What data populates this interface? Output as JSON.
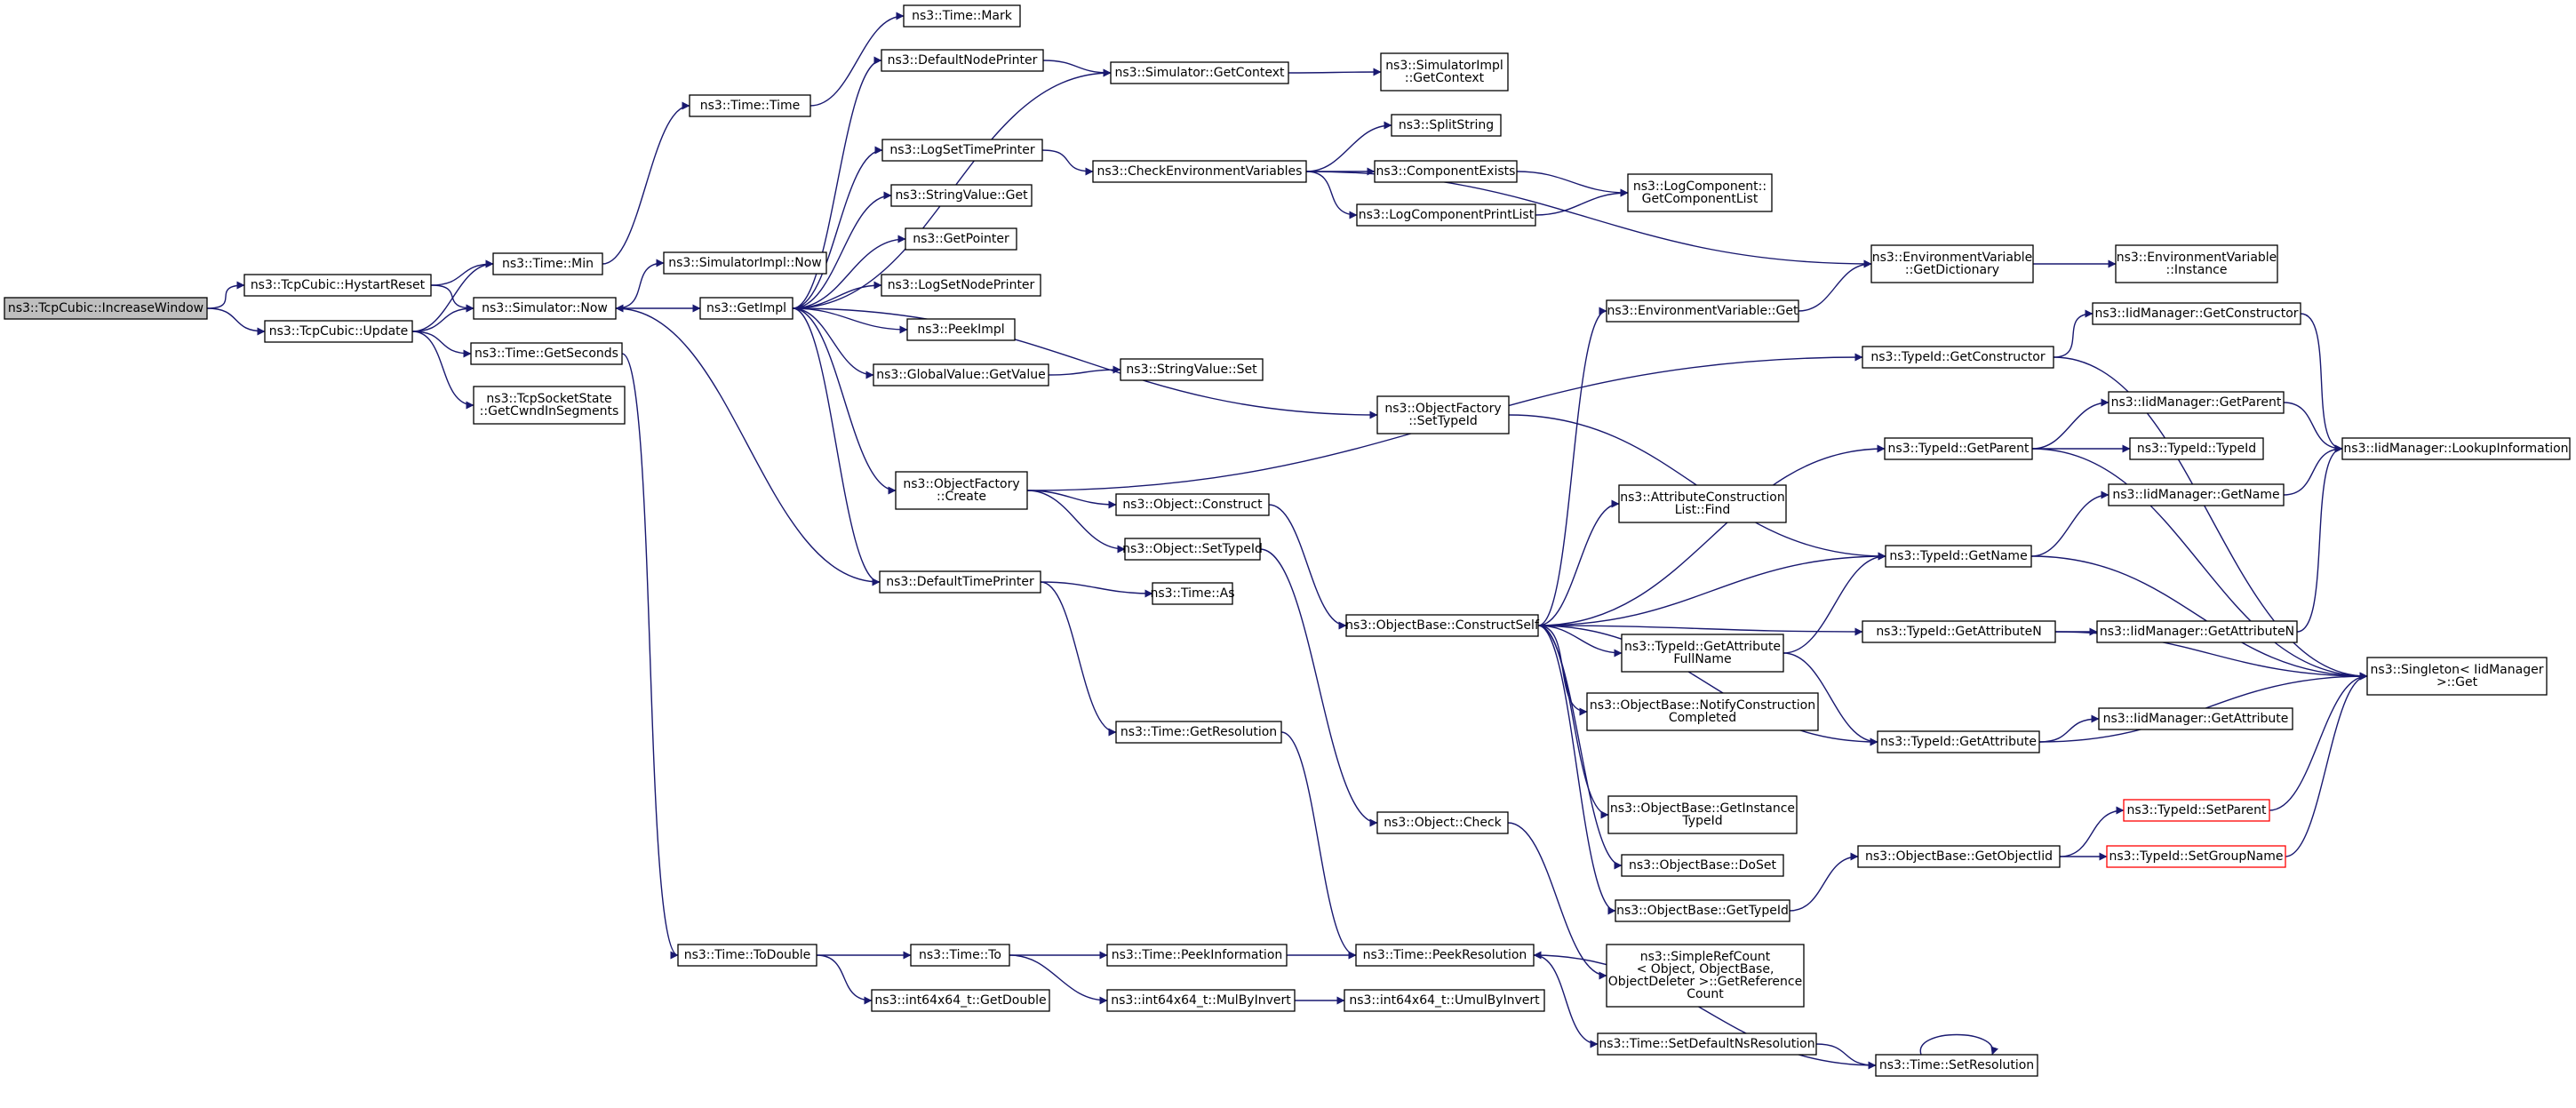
{
  "nodes": {
    "increase_window": [
      "ns3::TcpCubic::IncreaseWindow"
    ],
    "hystart_reset": [
      "ns3::TcpCubic::HystartReset"
    ],
    "update": [
      "ns3::TcpCubic::Update"
    ],
    "time_min": [
      "ns3::Time::Min"
    ],
    "simulator_now": [
      "ns3::Simulator::Now"
    ],
    "time_getseconds": [
      "ns3::Time::GetSeconds"
    ],
    "cwnd_in_segments": [
      "ns3::TcpSocketState",
      "::GetCwndInSegments"
    ],
    "time_time": [
      "ns3::Time::Time"
    ],
    "time_mark": [
      "ns3::Time::Mark"
    ],
    "simimpl_now": [
      "ns3::SimulatorImpl::Now"
    ],
    "getimpl": [
      "ns3::GetImpl"
    ],
    "default_node_printer": [
      "ns3::DefaultNodePrinter"
    ],
    "log_set_time_printer": [
      "ns3::LogSetTimePrinter"
    ],
    "stringvalue_get": [
      "ns3::StringValue::Get"
    ],
    "getpointer": [
      "ns3::GetPointer"
    ],
    "log_set_node_printer": [
      "ns3::LogSetNodePrinter"
    ],
    "peekimpl": [
      "ns3::PeekImpl"
    ],
    "globalvalue_getvalue": [
      "ns3::GlobalValue::GetValue"
    ],
    "objectfactory_create": [
      "ns3::ObjectFactory",
      "::Create"
    ],
    "default_time_printer": [
      "ns3::DefaultTimePrinter"
    ],
    "simulator_getcontext": [
      "ns3::Simulator::GetContext"
    ],
    "simimpl_getcontext": [
      "ns3::SimulatorImpl",
      "::GetContext"
    ],
    "check_env_vars": [
      "ns3::CheckEnvironmentVariables"
    ],
    "splitstring": [
      "ns3::SplitString"
    ],
    "component_exists": [
      "ns3::ComponentExists"
    ],
    "log_component_print_list": [
      "ns3::LogComponentPrintList"
    ],
    "log_component_get_list": [
      "ns3::LogComponent::",
      "GetComponentList"
    ],
    "stringvalue_set": [
      "ns3::StringValue::Set"
    ],
    "env_var_get_dictionary": [
      "ns3::EnvironmentVariable",
      "::GetDictionary"
    ],
    "env_var_instance": [
      "ns3::EnvironmentVariable",
      "::Instance"
    ],
    "env_var_get": [
      "ns3::EnvironmentVariable::Get"
    ],
    "objectfactory_settypeid": [
      "ns3::ObjectFactory",
      "::SetTypeId"
    ],
    "object_construct": [
      "ns3::Object::Construct"
    ],
    "object_settypeid": [
      "ns3::Object::SetTypeId"
    ],
    "time_as": [
      "ns3::Time::As"
    ],
    "time_getresolution": [
      "ns3::Time::GetResolution"
    ],
    "objectbase_constructself": [
      "ns3::ObjectBase::ConstructSelf"
    ],
    "object_check": [
      "ns3::Object::Check"
    ],
    "time_todouble": [
      "ns3::Time::ToDouble"
    ],
    "int64x64_getdouble": [
      "ns3::int64x64_t::GetDouble"
    ],
    "time_to": [
      "ns3::Time::To"
    ],
    "time_peekinformation": [
      "ns3::Time::PeekInformation"
    ],
    "int64x64_mulbyinvert": [
      "ns3::int64x64_t::MulByInvert"
    ],
    "int64x64_umulbyinvert": [
      "ns3::int64x64_t::UmulByInvert"
    ],
    "time_peekresolution": [
      "ns3::Time::PeekResolution"
    ],
    "attr_construction_list_find": [
      "ns3::AttributeConstruction",
      "List::Find"
    ],
    "typeid_getattributefullname": [
      "ns3::TypeId::GetAttribute",
      "FullName"
    ],
    "objectbase_notifyconstructioncompleted": [
      "ns3::ObjectBase::NotifyConstruction",
      "Completed"
    ],
    "objectbase_getinstancetypeid": [
      "ns3::ObjectBase::GetInstance",
      "TypeId"
    ],
    "objectbase_doset": [
      "ns3::ObjectBase::DoSet"
    ],
    "objectbase_gettypeid": [
      "ns3::ObjectBase::GetTypeId"
    ],
    "simplerefcount_getreferencecount": [
      "ns3::SimpleRefCount",
      "< Object, ObjectBase,",
      "ObjectDeleter >::GetReference",
      "Count"
    ],
    "time_setdefaultnsresolution": [
      "ns3::Time::SetDefaultNsResolution"
    ],
    "time_setresolution": [
      "ns3::Time::SetResolution"
    ],
    "typeid_getconstructor": [
      "ns3::TypeId::GetConstructor"
    ],
    "iidmanager_getconstructor": [
      "ns3::IidManager::GetConstructor"
    ],
    "typeid_getparent": [
      "ns3::TypeId::GetParent"
    ],
    "iidmanager_getparent": [
      "ns3::IidManager::GetParent"
    ],
    "typeid_typeid": [
      "ns3::TypeId::TypeId"
    ],
    "iidmanager_lookupinformation": [
      "ns3::IidManager::LookupInformation"
    ],
    "typeid_getname": [
      "ns3::TypeId::GetName"
    ],
    "iidmanager_getname": [
      "ns3::IidManager::GetName"
    ],
    "typeid_getattributen": [
      "ns3::TypeId::GetAttributeN"
    ],
    "iidmanager_getattributen": [
      "ns3::IidManager::GetAttributeN"
    ],
    "singleton_get": [
      "ns3::Singleton< IidManager",
      ">::Get"
    ],
    "typeid_getattribute": [
      "ns3::TypeId::GetAttribute"
    ],
    "iidmanager_getattribute": [
      "ns3::IidManager::GetAttribute"
    ],
    "objectbase_getobjectiid": [
      "ns3::ObjectBase::GetObjectIid"
    ],
    "typeid_setparent": [
      "ns3::TypeId::SetParent"
    ],
    "typeid_setgroupname": [
      "ns3::TypeId::SetGroupName"
    ]
  },
  "colors": {
    "edge": "#191970",
    "node_border": "#000000",
    "root_fill": "#bfbfbf",
    "truncated_border": "#ff0000",
    "background": "#ffffff"
  },
  "edges": [
    [
      "increase_window",
      "hystart_reset"
    ],
    [
      "increase_window",
      "update"
    ],
    [
      "hystart_reset",
      "time_min"
    ],
    [
      "hystart_reset",
      "simulator_now"
    ],
    [
      "update",
      "time_min"
    ],
    [
      "update",
      "simulator_now"
    ],
    [
      "update",
      "time_getseconds"
    ],
    [
      "update",
      "cwnd_in_segments"
    ],
    [
      "time_min",
      "time_time"
    ],
    [
      "time_time",
      "time_mark"
    ],
    [
      "simulator_now",
      "simimpl_now"
    ],
    [
      "simulator_now",
      "getimpl"
    ],
    [
      "time_getseconds",
      "time_todouble"
    ],
    [
      "getimpl",
      "default_node_printer"
    ],
    [
      "getimpl",
      "simulator_getcontext"
    ],
    [
      "getimpl",
      "log_set_time_printer"
    ],
    [
      "getimpl",
      "stringvalue_get"
    ],
    [
      "getimpl",
      "getpointer"
    ],
    [
      "getimpl",
      "log_set_node_printer"
    ],
    [
      "getimpl",
      "peekimpl"
    ],
    [
      "getimpl",
      "globalvalue_getvalue"
    ],
    [
      "getimpl",
      "objectfactory_settypeid"
    ],
    [
      "getimpl",
      "objectfactory_create"
    ],
    [
      "getimpl",
      "default_time_printer"
    ],
    [
      "default_time_printer",
      "simulator_now"
    ],
    [
      "default_time_printer",
      "time_as"
    ],
    [
      "default_time_printer",
      "time_getresolution"
    ],
    [
      "default_node_printer",
      "simulator_getcontext"
    ],
    [
      "simulator_getcontext",
      "simimpl_getcontext"
    ],
    [
      "log_set_time_printer",
      "check_env_vars"
    ],
    [
      "check_env_vars",
      "splitstring"
    ],
    [
      "check_env_vars",
      "component_exists"
    ],
    [
      "check_env_vars",
      "log_component_print_list"
    ],
    [
      "check_env_vars",
      "env_var_get_dictionary"
    ],
    [
      "component_exists",
      "log_component_get_list"
    ],
    [
      "log_component_print_list",
      "log_component_get_list"
    ],
    [
      "globalvalue_getvalue",
      "stringvalue_set"
    ],
    [
      "env_var_get_dictionary",
      "env_var_instance"
    ],
    [
      "env_var_get",
      "env_var_get_dictionary"
    ],
    [
      "objectfactory_create",
      "typeid_getconstructor"
    ],
    [
      "objectfactory_create",
      "object_construct"
    ],
    [
      "objectfactory_create",
      "object_settypeid"
    ],
    [
      "objectfactory_settypeid",
      "typeid_getname"
    ],
    [
      "object_construct",
      "objectbase_constructself"
    ],
    [
      "object_settypeid",
      "object_check"
    ],
    [
      "time_getresolution",
      "time_peekresolution"
    ],
    [
      "object_check",
      "simplerefcount_getreferencecount"
    ],
    [
      "objectbase_constructself",
      "env_var_get"
    ],
    [
      "objectbase_constructself",
      "typeid_getparent"
    ],
    [
      "objectbase_constructself",
      "attr_construction_list_find"
    ],
    [
      "objectbase_constructself",
      "typeid_getname"
    ],
    [
      "objectbase_constructself",
      "typeid_getattributen"
    ],
    [
      "objectbase_constructself",
      "typeid_getattributefullname"
    ],
    [
      "objectbase_constructself",
      "objectbase_notifyconstructioncompleted"
    ],
    [
      "objectbase_constructself",
      "typeid_getattribute"
    ],
    [
      "objectbase_constructself",
      "objectbase_getinstancetypeid"
    ],
    [
      "objectbase_constructself",
      "objectbase_doset"
    ],
    [
      "objectbase_constructself",
      "objectbase_gettypeid"
    ],
    [
      "time_todouble",
      "time_to"
    ],
    [
      "time_todouble",
      "int64x64_getdouble"
    ],
    [
      "time_to",
      "time_peekinformation"
    ],
    [
      "time_to",
      "int64x64_mulbyinvert"
    ],
    [
      "time_peekinformation",
      "time_peekresolution"
    ],
    [
      "int64x64_mulbyinvert",
      "int64x64_umulbyinvert"
    ],
    [
      "time_peekresolution",
      "time_setdefaultnsresolution"
    ],
    [
      "time_setdefaultnsresolution",
      "time_setresolution"
    ],
    [
      "time_setresolution",
      "time_setresolution"
    ],
    [
      "time_setresolution",
      "time_peekresolution"
    ],
    [
      "typeid_getconstructor",
      "iidmanager_getconstructor"
    ],
    [
      "typeid_getconstructor",
      "singleton_get"
    ],
    [
      "iidmanager_getconstructor",
      "iidmanager_lookupinformation"
    ],
    [
      "typeid_getparent",
      "iidmanager_getparent"
    ],
    [
      "typeid_getparent",
      "typeid_typeid"
    ],
    [
      "typeid_getparent",
      "singleton_get"
    ],
    [
      "iidmanager_getparent",
      "iidmanager_lookupinformation"
    ],
    [
      "typeid_getname",
      "iidmanager_getname"
    ],
    [
      "typeid_getname",
      "singleton_get"
    ],
    [
      "iidmanager_getname",
      "iidmanager_lookupinformation"
    ],
    [
      "typeid_getattributefullname",
      "typeid_getname"
    ],
    [
      "typeid_getattributefullname",
      "typeid_getattribute"
    ],
    [
      "typeid_getattributen",
      "iidmanager_getattributen"
    ],
    [
      "typeid_getattributen",
      "singleton_get"
    ],
    [
      "iidmanager_getattributen",
      "iidmanager_lookupinformation"
    ],
    [
      "typeid_getattribute",
      "iidmanager_getattribute"
    ],
    [
      "typeid_getattribute",
      "singleton_get"
    ],
    [
      "objectbase_gettypeid",
      "objectbase_getobjectiid"
    ],
    [
      "objectbase_getobjectiid",
      "typeid_setparent"
    ],
    [
      "objectbase_getobjectiid",
      "typeid_setgroupname"
    ],
    [
      "typeid_setparent",
      "singleton_get"
    ],
    [
      "typeid_setgroupname",
      "singleton_get"
    ]
  ]
}
